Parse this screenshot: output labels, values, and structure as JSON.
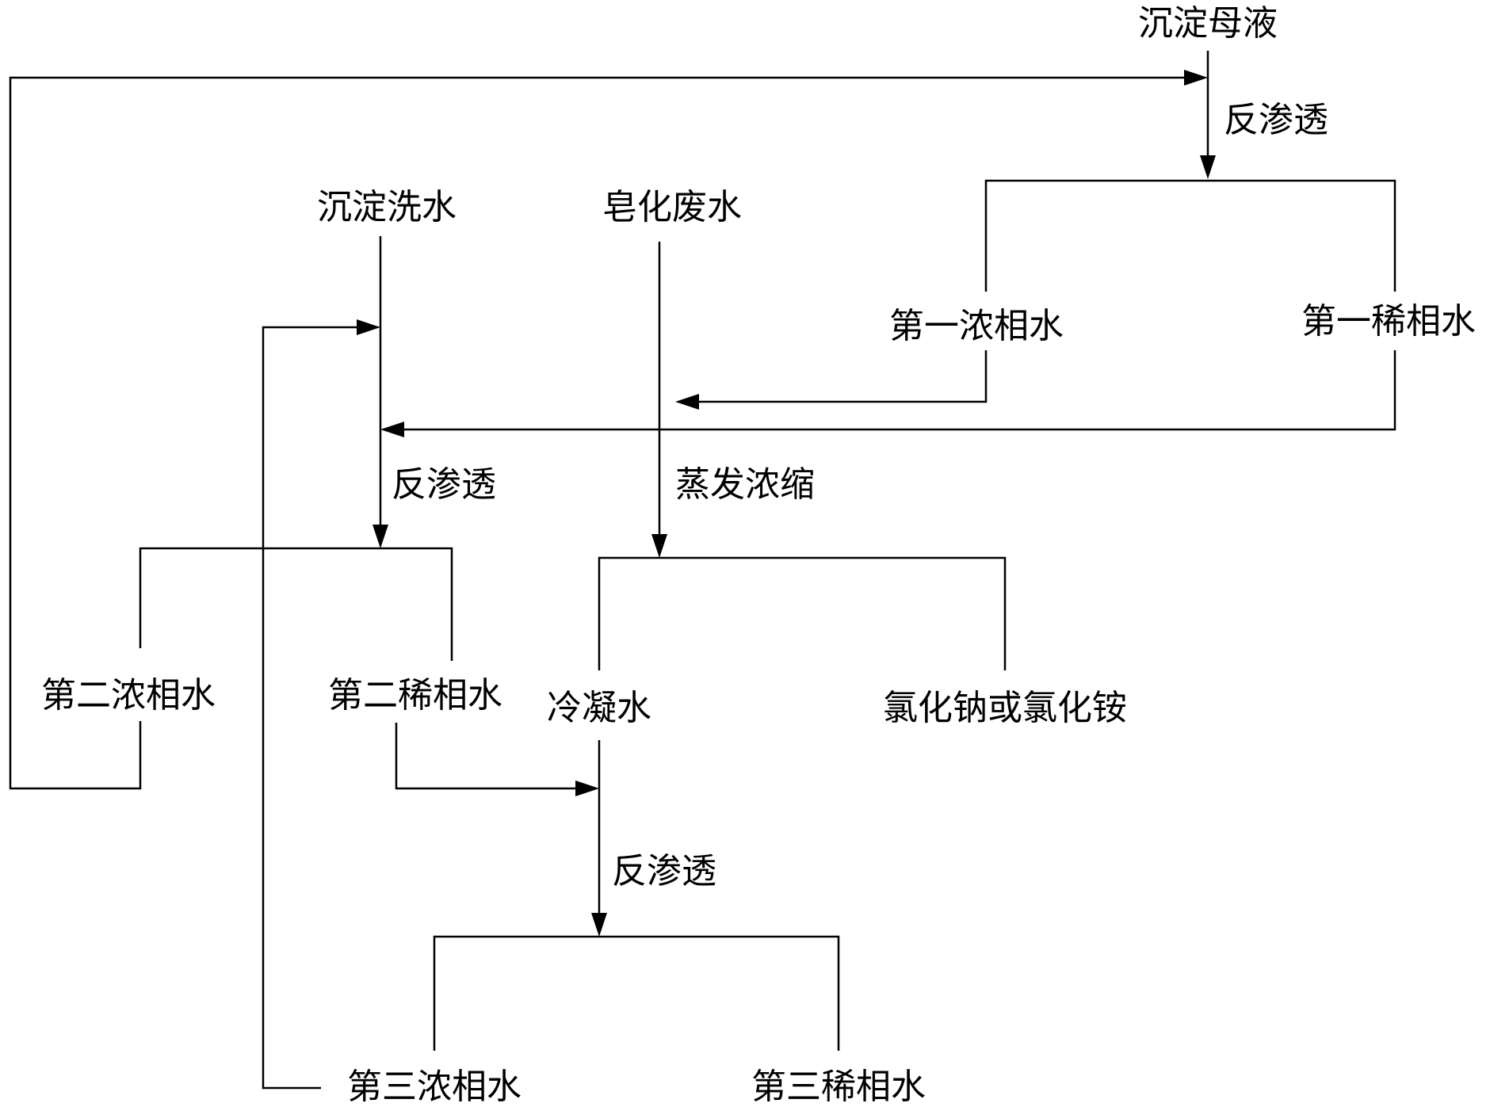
{
  "nodes": {
    "precip_mother_liquor": "沉淀母液",
    "precip_wash_water": "沉淀洗水",
    "saponification_wastewater": "皂化废水",
    "first_concentrate": "第一浓相水",
    "first_dilute": "第一稀相水",
    "second_concentrate": "第二浓相水",
    "second_dilute": "第二稀相水",
    "condensate": "冷凝水",
    "salt_product": "氯化钠或氯化铵",
    "third_concentrate": "第三浓相水",
    "third_dilute": "第三稀相水"
  },
  "processes": {
    "ro_1": "反渗透",
    "ro_2": "反渗透",
    "evaporation": "蒸发浓缩",
    "ro_3": "反渗透"
  }
}
